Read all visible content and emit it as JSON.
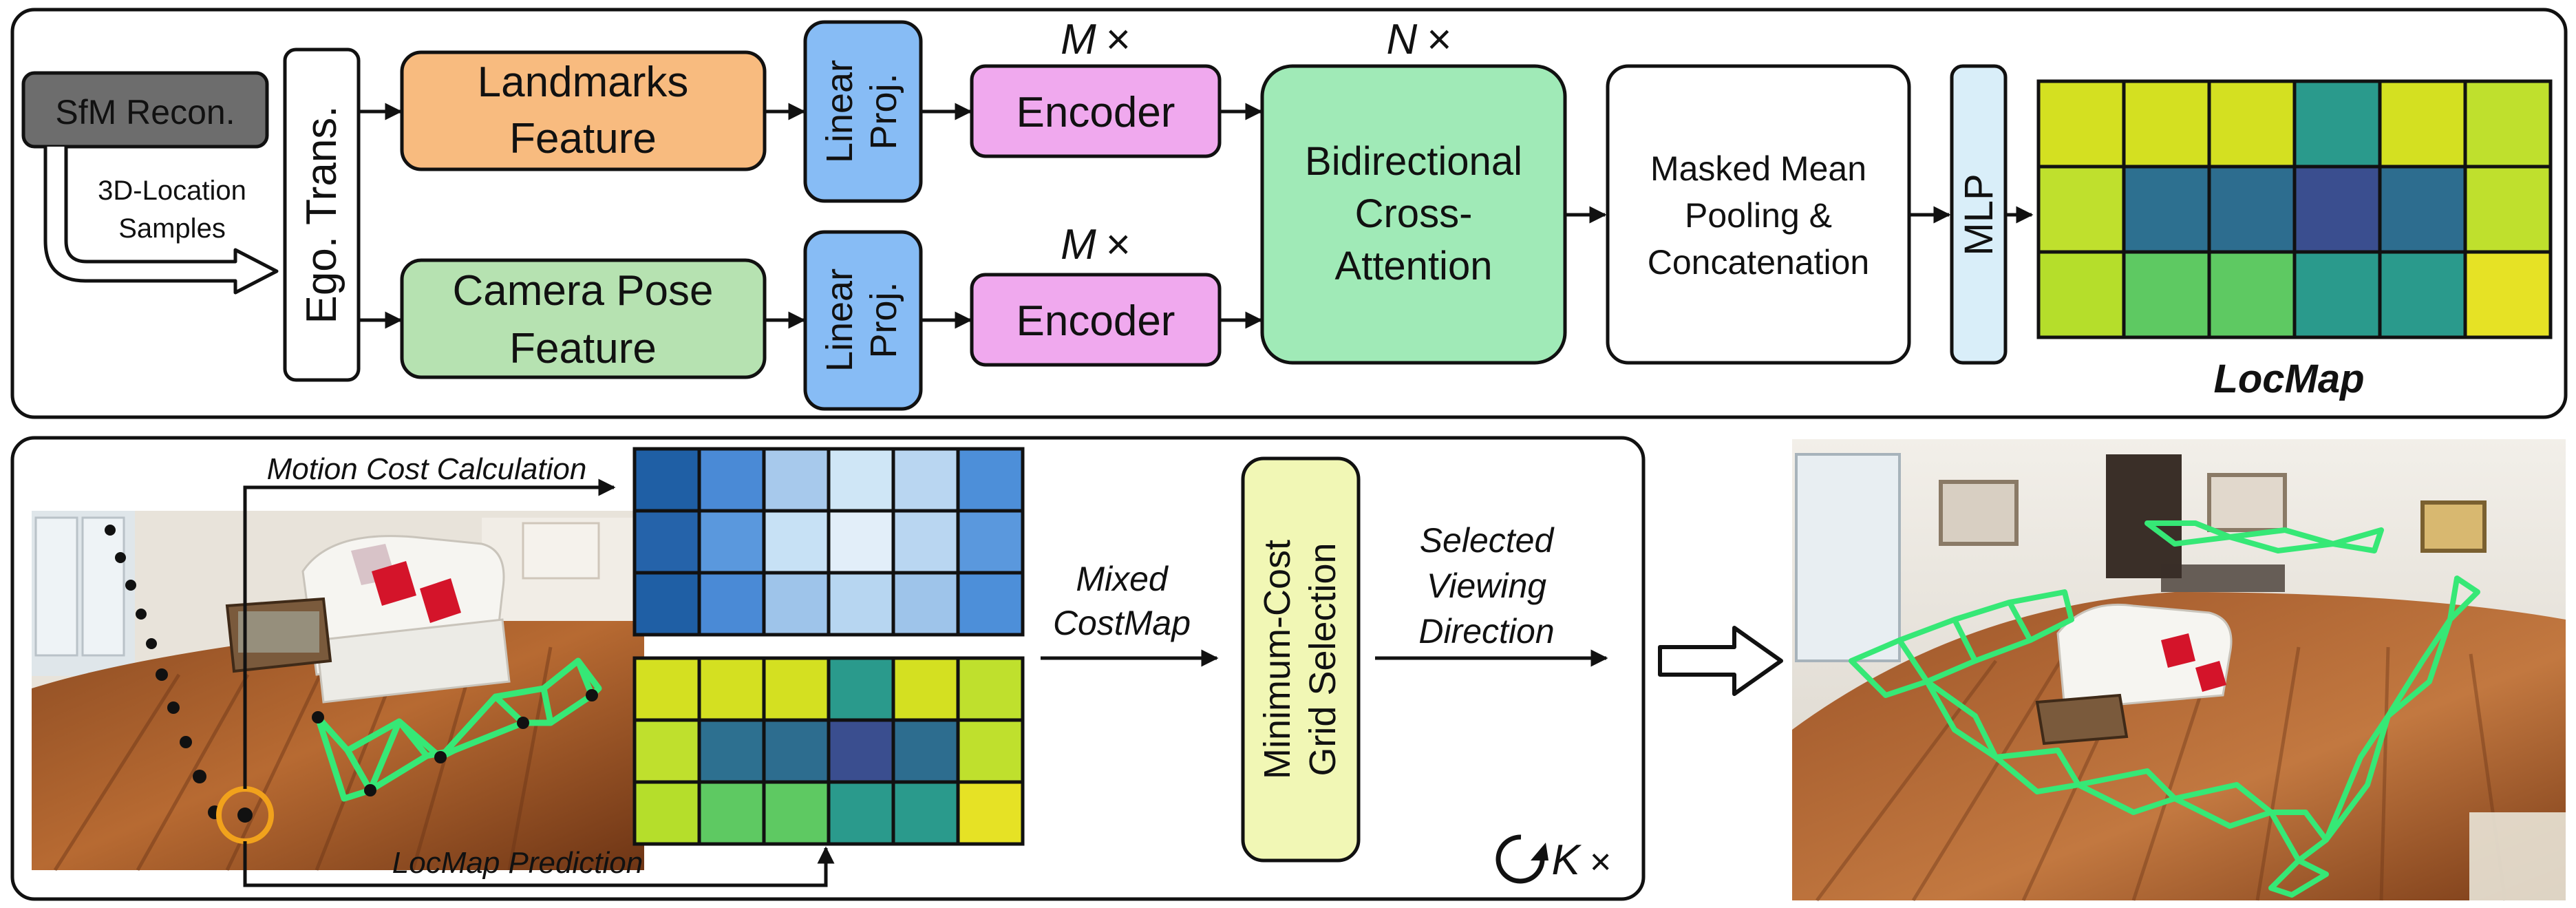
{
  "top": {
    "sfm_label": "SfM Recon.",
    "samples_label": [
      "3D-Location",
      "Samples"
    ],
    "ego_label": "Ego. Trans.",
    "landmarks_label": [
      "Landmarks",
      "Feature"
    ],
    "camera_label": [
      "Camera Pose",
      "Feature"
    ],
    "linear_label": [
      "Linear",
      "Proj."
    ],
    "encoder_label": "Encoder",
    "m_label": "M",
    "n_label": "N",
    "times_symbol": "×",
    "bca_label": [
      "Bidirectional",
      "Cross-",
      "Attention"
    ],
    "pooling_label": [
      "Masked Mean",
      "Pooling &",
      "Concatenation"
    ],
    "mlp_label": "MLP",
    "locmap_label": "LocMap"
  },
  "bottom": {
    "motion_label": "Motion Cost Calculation",
    "locmap_pred_label": "LocMap Prediction",
    "mixed_label": [
      "Mixed",
      "CostMap"
    ],
    "mincost_label": [
      "Minimum-Cost",
      "Grid Selection"
    ],
    "selected_label": [
      "Selected",
      "Viewing",
      "Direction"
    ],
    "k_label": "K",
    "times_symbol": "×"
  },
  "grids": {
    "locmap_top": [
      [
        "#d4e021",
        "#d4e021",
        "#d4e021",
        "#2a9a8c",
        "#d4e021",
        "#bfe02d"
      ],
      [
        "#bfe02d",
        "#2d7090",
        "#2d6d8f",
        "#3a4e8f",
        "#2d6d8f",
        "#bfe02d"
      ],
      [
        "#b5de2b",
        "#5ec962",
        "#5ec962",
        "#2a9a8c",
        "#2a9a8c",
        "#e6e225"
      ]
    ],
    "motion": [
      [
        "#1f5fa5",
        "#4a8ad6",
        "#a7c9ec",
        "#cfe6f6",
        "#b9d6f1",
        "#4d8fd9"
      ],
      [
        "#2563aa",
        "#5a98dd",
        "#c7e1f5",
        "#e2eef9",
        "#b9d6f1",
        "#5a98dd"
      ],
      [
        "#1f5fa5",
        "#4a8ad6",
        "#9ec4ea",
        "#b7d6f1",
        "#9ec4ea",
        "#4d8fd9"
      ]
    ],
    "locmap_bottom": [
      [
        "#d4e021",
        "#d4e021",
        "#d4e021",
        "#2a9a8c",
        "#d4e021",
        "#bfe02d"
      ],
      [
        "#bfe02d",
        "#2d7090",
        "#2d6d8f",
        "#3a4e8f",
        "#2d6d8f",
        "#bfe02d"
      ],
      [
        "#b5de2b",
        "#5ec962",
        "#5ec962",
        "#2a9a8c",
        "#2a9a8c",
        "#e6e225"
      ]
    ]
  },
  "colors": {
    "sfm_fill": "#6d6d6d",
    "landmarks_fill": "#f8bb7f",
    "camera_fill": "#b6e2b1",
    "linear_fill": "#87bcf5",
    "encoder_fill": "#f0a9ee",
    "bca_fill": "#a0eab7",
    "mlp_fill": "#d9eef9",
    "mincost_fill": "#f1f7b5",
    "trajectory": "#36e876",
    "marker_ring": "#f1a21c"
  }
}
